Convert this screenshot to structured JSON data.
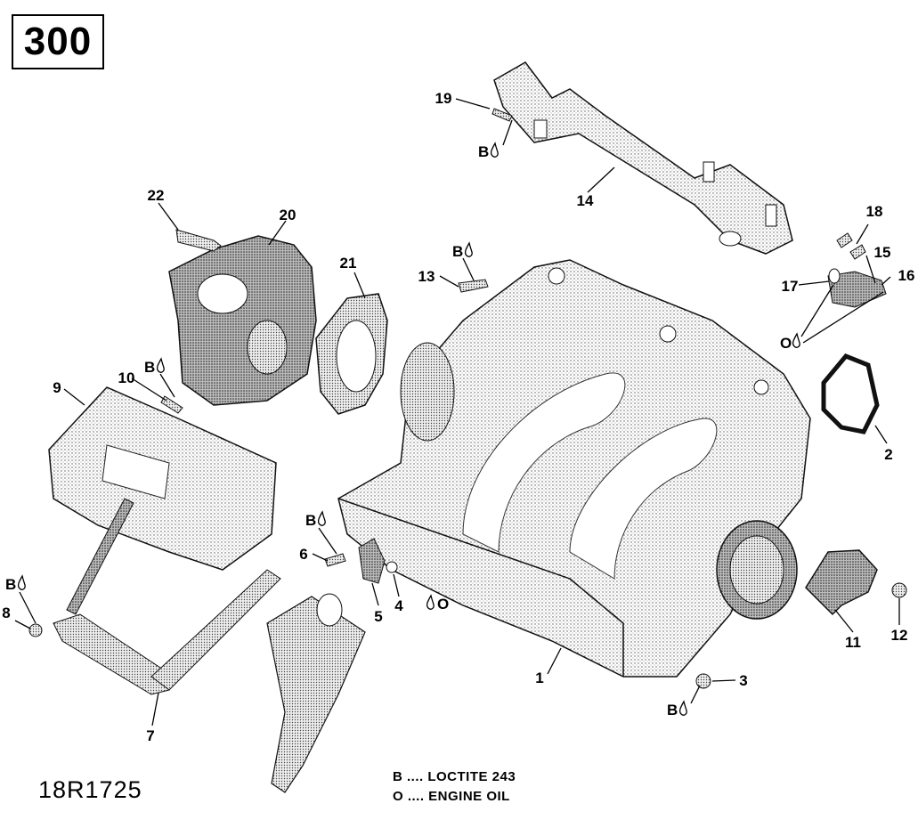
{
  "page_number": "300",
  "document_ref": "18R1725",
  "legend": {
    "b_line": "B .... LOCTITE 243",
    "o_line": "O .... ENGINE OIL"
  },
  "callouts": {
    "c1": "1",
    "c2": "2",
    "c3": "3",
    "c4": "4",
    "c5": "5",
    "c6": "6",
    "c7": "7",
    "c8": "8",
    "c9": "9",
    "c10": "10",
    "c11": "11",
    "c12": "12",
    "c13": "13",
    "c14": "14",
    "c15": "15",
    "c16": "16",
    "c17": "17",
    "c18": "18",
    "c19": "19",
    "c20": "20",
    "c21": "21",
    "c22": "22"
  },
  "markers": {
    "b": "B",
    "o": "O"
  }
}
